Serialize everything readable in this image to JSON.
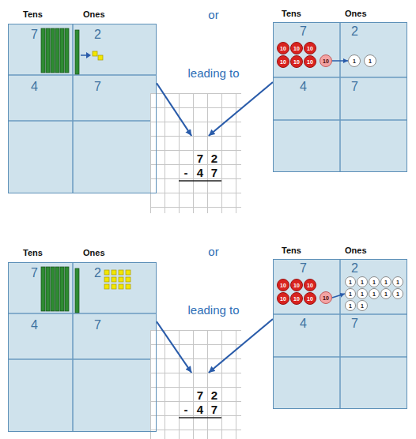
{
  "diagram": {
    "nodes": [
      {
        "text": [
          "Tens",
          "Ones",
          "7",
          "2",
          "4",
          "7"
        ]
      },
      {
        "text": [
          "7",
          "2",
          "-",
          "4",
          "7"
        ]
      },
      {
        "text": [
          "Tens",
          "Ones",
          "7",
          "2",
          "4",
          "7"
        ]
      },
      {
        "text": [
          "10"
        ],
        "in": 2
      },
      {
        "text": [
          "10"
        ],
        "in": 2
      },
      {
        "text": [
          "10"
        ],
        "in": 2
      },
      {
        "text": [
          "10"
        ],
        "in": 2
      },
      {
        "text": [
          "10"
        ],
        "in": 2
      },
      {
        "text": [
          "10"
        ],
        "in": 2
      },
      {
        "text": [
          "10"
        ],
        "in": 2
      },
      {
        "text": [
          "1"
        ],
        "in": 2
      },
      {
        "text": [
          "1"
        ],
        "in": 2
      },
      {
        "text": [
          "Tens",
          "Ones",
          "7",
          "2",
          "4",
          "7"
        ]
      },
      {
        "text": [
          "7",
          "2",
          "-",
          "4",
          "7"
        ]
      },
      {
        "text": [
          "Tens",
          "Ones",
          "7",
          "2",
          "4",
          "7"
        ]
      },
      {
        "text": [
          "10"
        ],
        "in": 14
      },
      {
        "text": [
          "10"
        ],
        "in": 14
      },
      {
        "text": [
          "10"
        ],
        "in": 14
      },
      {
        "text": [
          "10"
        ],
        "in": 14
      },
      {
        "text": [
          "10"
        ],
        "in": 14
      },
      {
        "text": [
          "10"
        ],
        "in": 14
      },
      {
        "text": [
          "10"
        ],
        "in": 14
      },
      {
        "text": [
          "1"
        ],
        "in": 14
      },
      {
        "text": [
          "1"
        ],
        "in": 14
      },
      {
        "text": [
          "1"
        ],
        "in": 14
      },
      {
        "text": [
          "1"
        ],
        "in": 14
      },
      {
        "text": [
          "1"
        ],
        "in": 14
      },
      {
        "text": [
          "1"
        ],
        "in": 14
      },
      {
        "text": [
          "1"
        ],
        "in": 14
      },
      {
        "text": [
          "1"
        ],
        "in": 14
      },
      {
        "text": [
          "1"
        ],
        "in": 14
      },
      {
        "text": [
          "1"
        ],
        "in": 14
      },
      {
        "text": [
          "1"
        ],
        "in": 14
      },
      {
        "text": [
          "1"
        ],
        "in": 14
      }
    ],
    "edges": [
      {
        "from": 0,
        "to": 1,
        "arrow": "to"
      },
      {
        "from": 2,
        "to": 1,
        "arrow": "to"
      },
      {
        "from": 9,
        "to": 10,
        "arrow": "to"
      },
      {
        "from": 12,
        "to": 13,
        "arrow": "to"
      },
      {
        "from": 14,
        "to": 13,
        "arrow": "to"
      },
      {
        "from": 21,
        "to": 22,
        "arrow": "to"
      }
    ],
    "labels": [
      "or",
      "leading to",
      "or",
      "leading to"
    ]
  }
}
